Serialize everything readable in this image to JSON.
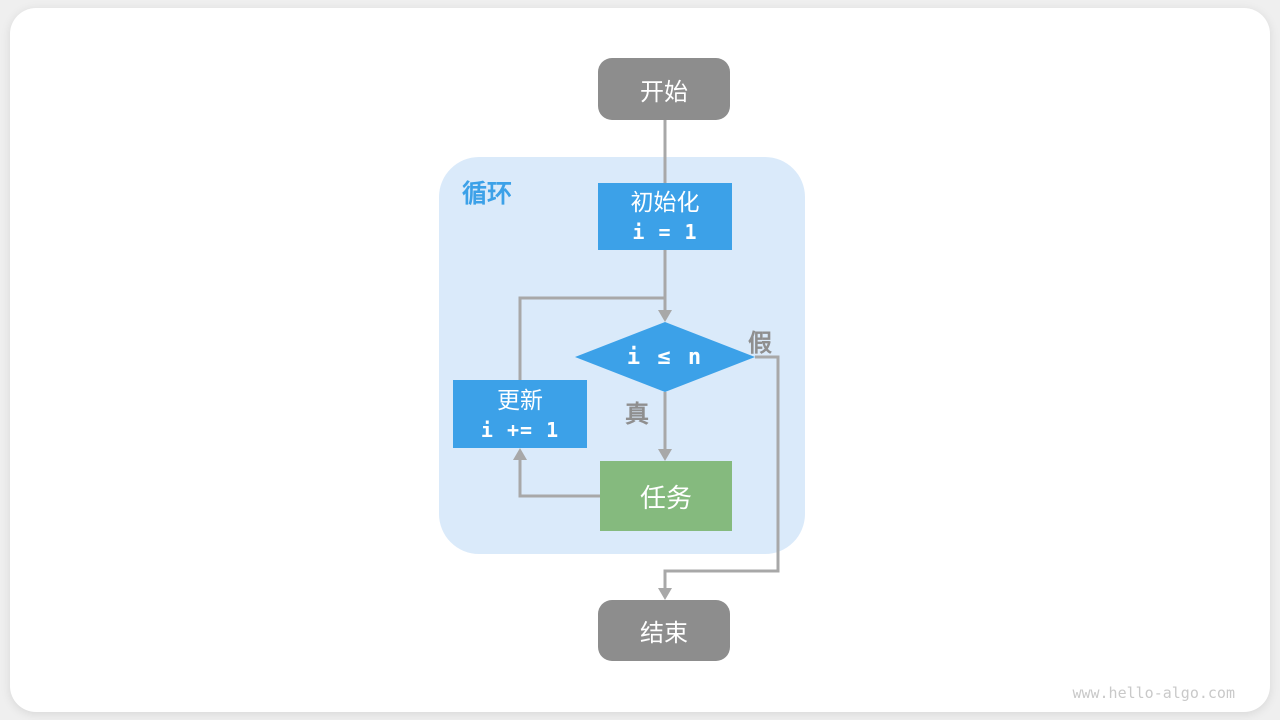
{
  "diagram": {
    "loop_label": "循环",
    "nodes": {
      "start": {
        "label": "开始"
      },
      "init": {
        "title": "初始化",
        "code": "i = 1"
      },
      "condition": {
        "code": "i ≤ n"
      },
      "update": {
        "title": "更新",
        "code": "i += 1"
      },
      "task": {
        "label": "任务"
      },
      "end": {
        "label": "结束"
      }
    },
    "edge_labels": {
      "true": "真",
      "false": "假"
    },
    "colors": {
      "process_blue": "#3CA1E8",
      "task_green": "#85BA7E",
      "terminal_gray": "#8D8D8D",
      "loop_background": "#DAEAFA",
      "arrow_gray": "#A8A8A8",
      "edge_label_gray": "#8F8F8F",
      "watermark_gray": "#C9C9C9"
    },
    "watermark": "www.hello-algo.com"
  }
}
